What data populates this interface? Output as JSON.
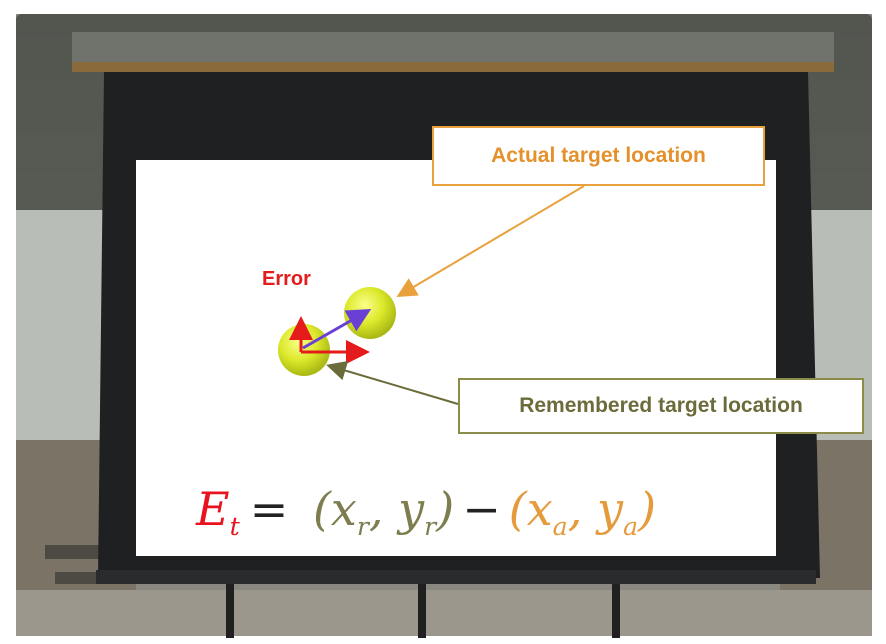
{
  "labels": {
    "actual_target": "Actual target location",
    "remembered_target": "Remembered target location",
    "error": "Error"
  },
  "equation": {
    "lhs": "E",
    "lhs_sub": "t",
    "equals": "=",
    "remembered_open": "(x",
    "remembered_x_sub": "r",
    "remembered_mid": ", y",
    "remembered_y_sub": "r",
    "remembered_close": ")",
    "minus": "−",
    "actual_open": "(x",
    "actual_x_sub": "a",
    "actual_mid": ", y",
    "actual_y_sub": "a",
    "actual_close": ")"
  },
  "colors": {
    "actual_accent": "#e5902a",
    "remembered_accent": "#7d7d4f",
    "error_red": "#e51b1b",
    "error_vector": "#6a3fd6",
    "target_ball": "#d8e62a"
  }
}
